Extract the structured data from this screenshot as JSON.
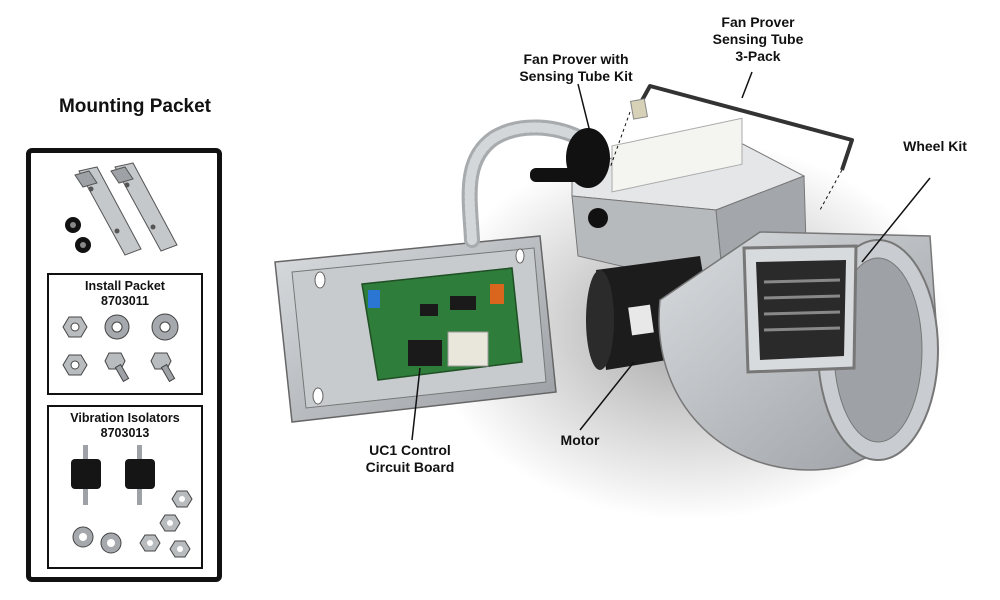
{
  "mounting_packet": {
    "title": "Mounting Packet",
    "install_packet": {
      "title": "Install Packet",
      "part_number": "8703011"
    },
    "vibration_isolators": {
      "title": "Vibration Isolators",
      "part_number": "8703013"
    }
  },
  "callouts": {
    "fan_prover_kit": [
      "Fan Prover with",
      "Sensing Tube Kit"
    ],
    "sensing_tube_pack": [
      "Fan Prover",
      "Sensing Tube",
      "3-Pack"
    ],
    "wheel_kit": "Wheel Kit",
    "motor": "Motor",
    "control_board": [
      "UC1 Control",
      "Circuit Board"
    ]
  },
  "colors": {
    "metal": "#b9bcbf",
    "circuit_board": "#2f7d3a",
    "motor": "#1c1c1c",
    "outline": "#111111"
  }
}
